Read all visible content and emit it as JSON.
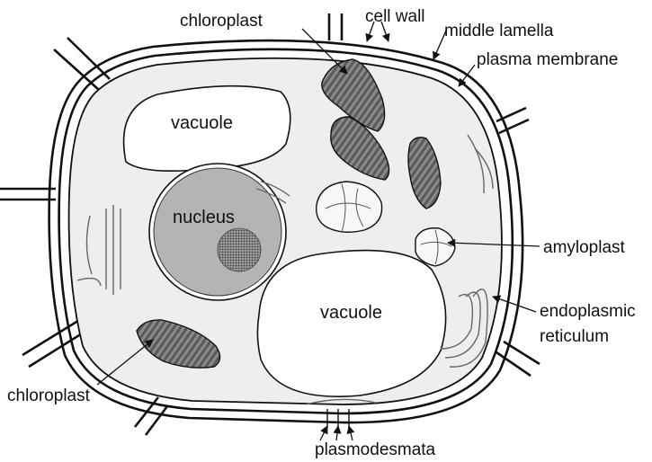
{
  "diagram": {
    "labels": {
      "chloroplast_top": "chloroplast",
      "cell_wall": "cell wall",
      "middle_lamella": "middle lamella",
      "plasma_membrane": "plasma membrane",
      "vacuole_top": "vacuole",
      "nucleus": "nucleus",
      "amyloplast": "amyloplast",
      "vacuole_bottom": "vacuole",
      "endoplasmic_line1": "endoplasmic",
      "endoplasmic_line2": "reticulum",
      "chloroplast_bottom": "chloroplast",
      "plasmodesmata": "plasmodesmata"
    },
    "colors": {
      "cytoplasm": "#eeeeee",
      "vacuole": "#ffffff",
      "nucleus": "#b4b4b4",
      "nucleolus": "#7a7a7a",
      "chloroplast": "#8c8c8c",
      "outline": "#111111"
    }
  }
}
